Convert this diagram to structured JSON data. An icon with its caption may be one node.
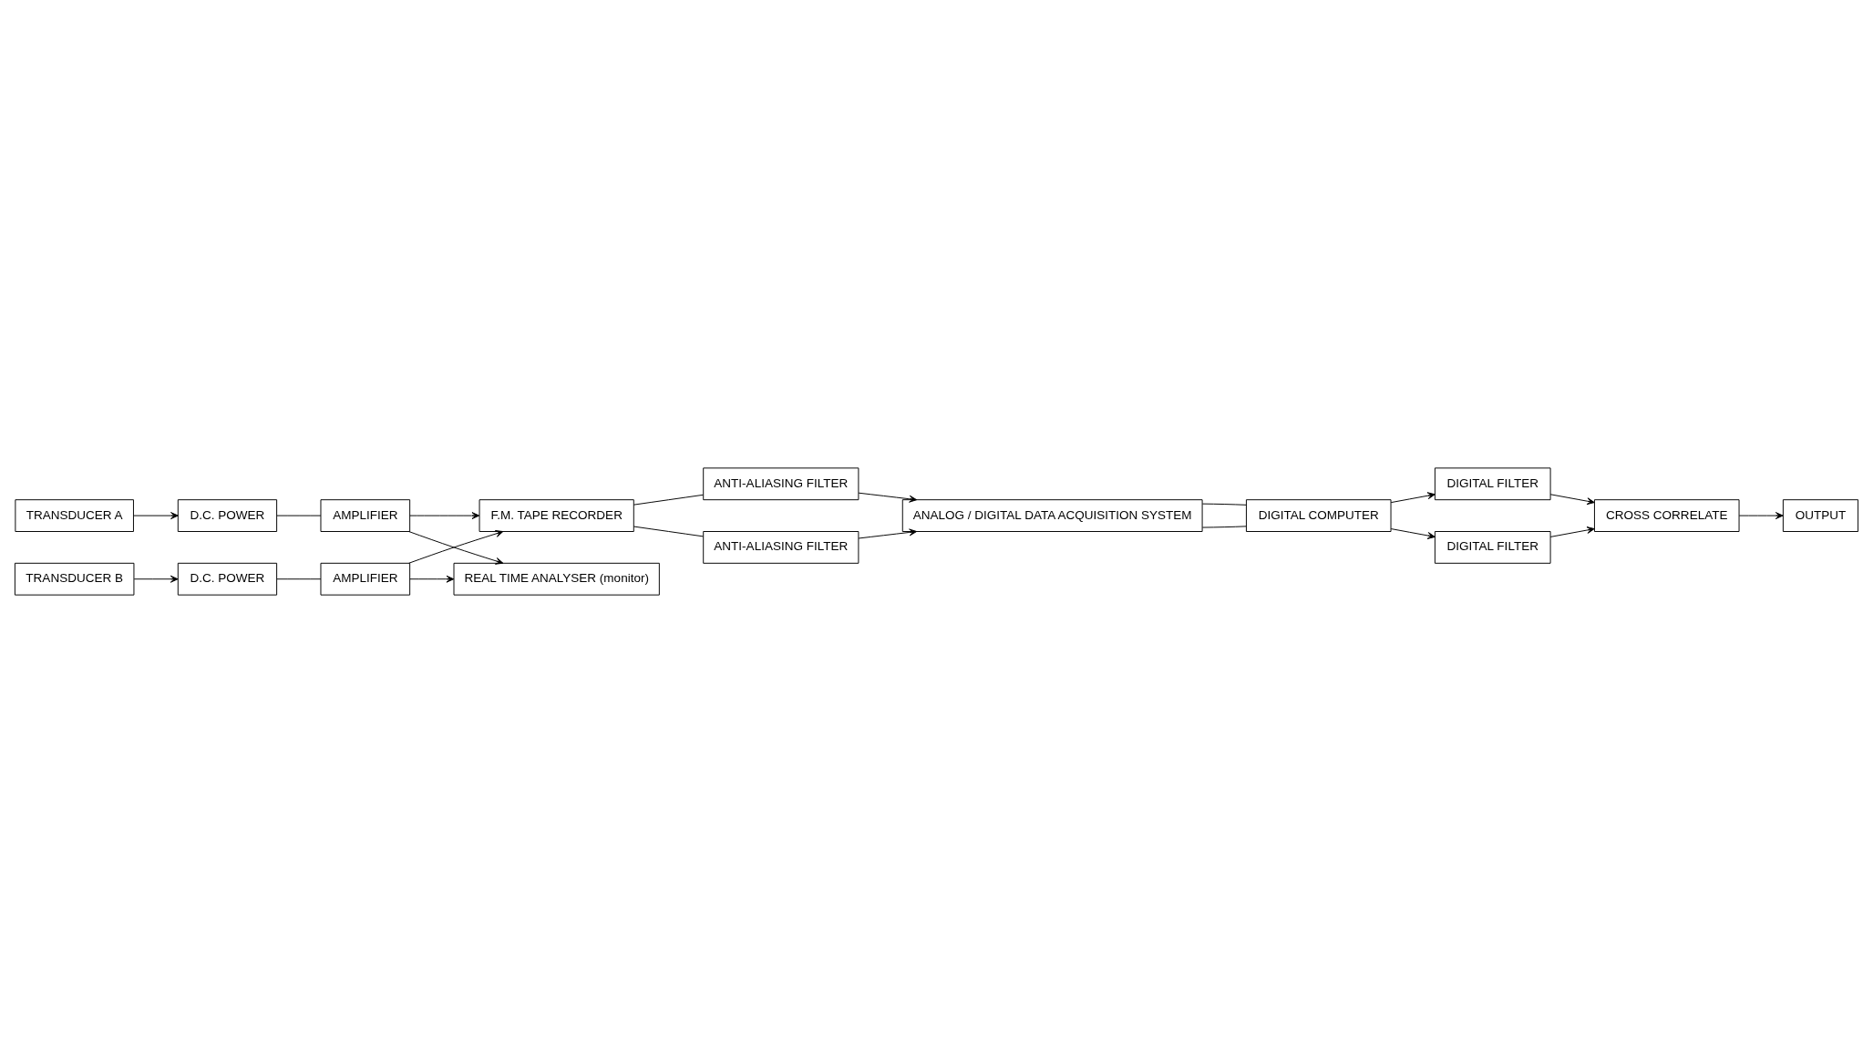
{
  "diagram": {
    "nodes": [
      {
        "text": [
          "TRANSDUCER A"
        ]
      },
      {
        "text": [
          "D.C. POWER"
        ]
      },
      {
        "text": [
          "AMPLIFIER"
        ]
      },
      {
        "text": [
          "F.M. TAPE RECORDER"
        ]
      },
      {
        "text": [
          "ANTI-ALIASING FILTER"
        ]
      },
      {
        "text": [
          "TRANSDUCER B"
        ]
      },
      {
        "text": [
          "D.C. POWER"
        ]
      },
      {
        "text": [
          "AMPLIFIER"
        ]
      },
      {
        "text": [
          "ANTI-ALIASING FILTER"
        ]
      },
      {
        "text": [
          "REAL TIME ANALYSER (monitor)"
        ]
      },
      {
        "text": [
          "ANALOG / DIGITAL DATA ACQUISITION SYSTEM"
        ]
      },
      {
        "text": [
          "CROSS CORRELATE"
        ]
      },
      {
        "text": [
          "DIGITAL FILTER"
        ]
      },
      {
        "text": [
          "DIGITAL FILTER"
        ]
      },
      {
        "text": [
          "OUTPUT"
        ]
      },
      {
        "text": [
          "DIGITAL COMPUTER"
        ]
      }
    ],
    "edges": [
      {
        "from": 0,
        "to": 1,
        "arrow": "to"
      },
      {
        "from": 1,
        "to": 2,
        "arrow": "none"
      },
      {
        "from": 2,
        "to": 3,
        "arrow": "to"
      },
      {
        "from": 2,
        "to": 9,
        "arrow": "to"
      },
      {
        "from": 5,
        "to": 6,
        "arrow": "to"
      },
      {
        "from": 6,
        "to": 7,
        "arrow": "none"
      },
      {
        "from": 7,
        "to": 3,
        "arrow": "to"
      },
      {
        "from": 7,
        "to": 9,
        "arrow": "to"
      },
      {
        "from": 3,
        "to": 4,
        "arrow": "none"
      },
      {
        "from": 3,
        "to": 8,
        "arrow": "none"
      },
      {
        "from": 4,
        "to": 10,
        "arrow": "to"
      },
      {
        "from": 8,
        "to": 10,
        "arrow": "to"
      },
      {
        "from": 10,
        "to": 15,
        "arrow": "none"
      },
      {
        "from": 10,
        "to": 15,
        "arrow": "none"
      },
      {
        "from": 15,
        "to": 12,
        "arrow": "to"
      },
      {
        "from": 15,
        "to": 13,
        "arrow": "to"
      },
      {
        "from": 12,
        "to": 11,
        "arrow": "to"
      },
      {
        "from": 13,
        "to": 11,
        "arrow": "to"
      },
      {
        "from": 11,
        "to": 14,
        "arrow": "to"
      }
    ]
  }
}
